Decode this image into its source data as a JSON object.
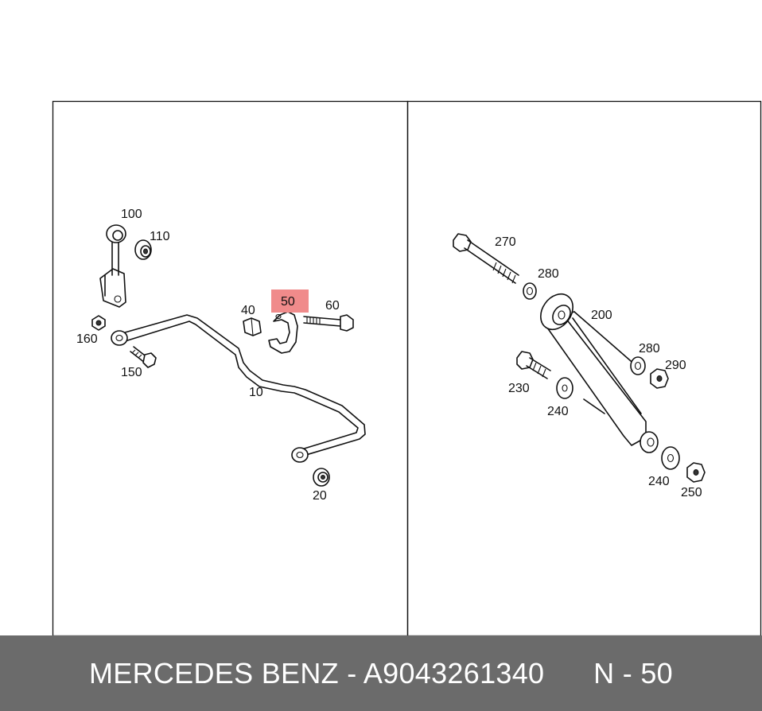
{
  "footer": {
    "brand": "MERCEDES BENZ",
    "separator": " - ",
    "part_number": "A9043261340",
    "position": "N - 50"
  },
  "highlight": {
    "label": "50",
    "color": "#f08b8b"
  },
  "left_panel": {
    "labels": {
      "p10": "10",
      "p20": "20",
      "p40": "40",
      "p50": "50",
      "p60": "60",
      "p100": "100",
      "p110": "110",
      "p150": "150",
      "p160": "160"
    }
  },
  "right_panel": {
    "labels": {
      "p200": "200",
      "p230": "230",
      "p240a": "240",
      "p240b": "240",
      "p250": "250",
      "p270": "270",
      "p280a": "280",
      "p280b": "280",
      "p290": "290"
    }
  }
}
